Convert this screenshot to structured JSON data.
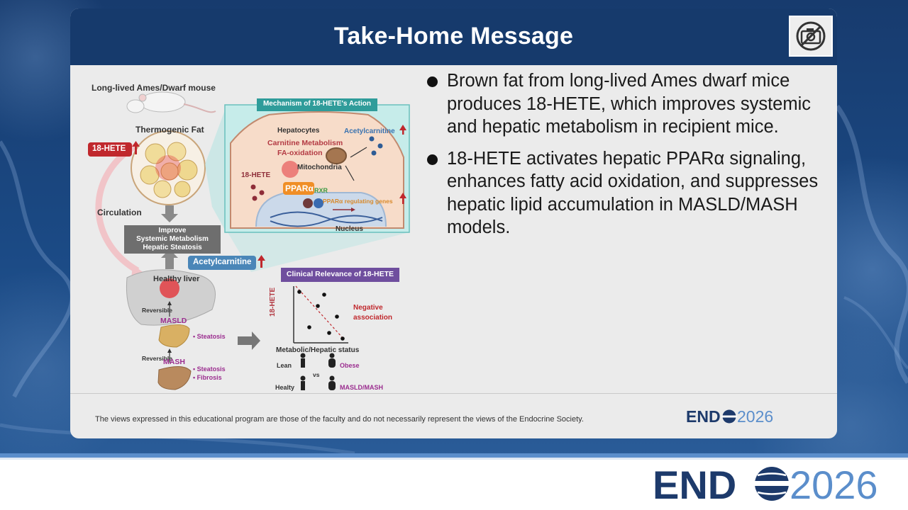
{
  "slide": {
    "title": "Take-Home Message",
    "camera_icon": "camera-off-icon"
  },
  "figure": {
    "mouse_label": "Long-lived Ames/Dwarf mouse",
    "thermogenic_fat": "Thermogenic Fat",
    "hete_tag": "18-HETE",
    "circulation": "Circulation",
    "improve_box": [
      "Improve",
      "Systemic Metabolism",
      "Hepatic Steatosis"
    ],
    "acetylcarnitine_tag": "Acetylcarnitine",
    "healthy_liver": "Healthy liver",
    "reversible_1": "Reversible",
    "reversible_2": "Reversible",
    "masld": "MASLD",
    "masld_features": "• Steatosis",
    "mash": "MASH",
    "mash_features": [
      "• Steatosis",
      "• Fibrosis"
    ],
    "mechanism_title": "Mechanism of 18-HETE's Action",
    "mechanism": {
      "hepatocytes": "Hepatocytes",
      "acetylcarnitine": "Acetylcarnitine",
      "carnitine_metabolism": "Carnitine Metabolism",
      "fa_oxidation": "FA-oxidation",
      "mitochondria": "Mitochondria",
      "hete": "18-HETE",
      "ppara": "PPARα",
      "rxr": "RXR",
      "ppara_genes": "PPARα regulating genes",
      "nucleus": "Nucleus"
    },
    "clinical_title": "Clinical Relevance of 18-HETE",
    "clinical": {
      "y_axis": "18-HETE",
      "x_axis": "Metabolic/Hepatic status",
      "association": [
        "Negative",
        "association"
      ],
      "lean": "Lean",
      "vs": "vs",
      "obese": "Obese",
      "healty": "Healty",
      "masld_mash": "MASLD/MASH"
    }
  },
  "bullets": [
    "Brown fat from long-lived Ames dwarf mice produces 18-HETE, which improves systemic and hepatic metabolism in recipient mice.",
    "18-HETE activates hepatic PPARα signaling, enhances fatty acid oxidation, and suppresses hepatic lipid accumulation in MASLD/MASH models."
  ],
  "footer": {
    "disclaimer": "The views expressed in this educational program are those of the faculty and do not necessarily represent the views of the Endocrine Society."
  },
  "brand": {
    "name_left": "END",
    "year": "2026",
    "navy": "#1d3a6b",
    "light_blue": "#5b8ecb",
    "accent_red": "#c0282d"
  }
}
